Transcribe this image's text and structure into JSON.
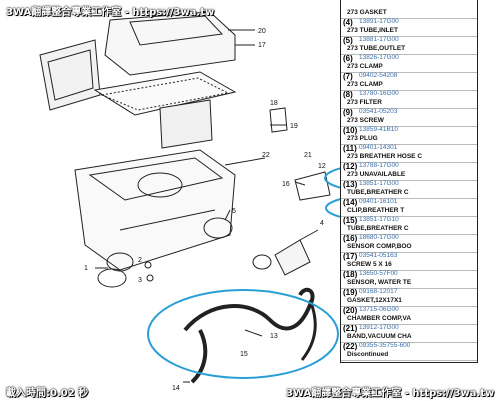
{
  "watermark": {
    "top": "3WA翻譯整合專業工作室 - https://3wa.tw",
    "bottom_left": "載入時間:0.02 秒",
    "bottom_right": "3WA翻譯整合專業工作室 - https://3wa.tw"
  },
  "diagram": {
    "callouts": [
      "20",
      "17",
      "18",
      "19",
      "22",
      "21",
      "12",
      "5",
      "16",
      "1",
      "2",
      "3",
      "4",
      "13",
      "14",
      "15"
    ],
    "highlight_color": "#2a9fd6"
  },
  "parts": [
    {
      "num": "",
      "code": "",
      "desc": "273 GASKET"
    },
    {
      "num": "(4)",
      "code": "13891-17G00",
      "desc": "273 TUBE,INLET"
    },
    {
      "num": "(5)",
      "code": "13881-17G00",
      "desc": "273 TUBE,OUTLET"
    },
    {
      "num": "(6)",
      "code": "13826-17G00",
      "desc": "273 CLAMP"
    },
    {
      "num": "(7)",
      "code": "09402-54208",
      "desc": "273 CLAMP"
    },
    {
      "num": "(8)",
      "code": "13780-16G00",
      "desc": "273 FILTER"
    },
    {
      "num": "(9)",
      "code": "03541-05203",
      "desc": "273 SCREW"
    },
    {
      "num": "(10)",
      "code": "13859-41B10",
      "desc": "273 PLUG"
    },
    {
      "num": "(11)",
      "code": "09401-14301",
      "desc": "273 BREATHER HOSE C"
    },
    {
      "num": "(12)",
      "code": "13788-17G00",
      "desc": "273 UNAVAILABLE"
    },
    {
      "num": "(13)",
      "code": "13851-17G00",
      "desc": "TUBE,BREATHER C"
    },
    {
      "num": "(14)",
      "code": "09401-16101",
      "desc": "CLIP,BREATHER T"
    },
    {
      "num": "(15)",
      "code": "13851-17G10",
      "desc": "TUBE,BREATHER C"
    },
    {
      "num": "(16)",
      "code": "18680-17G00",
      "desc": "SENSOR COMP,BOO"
    },
    {
      "num": "(17)",
      "code": "03541-05163",
      "desc": "SCREW 5 X 16"
    },
    {
      "num": "(18)",
      "code": "13650-57F00",
      "desc": "SENSOR, WATER TE"
    },
    {
      "num": "(19)",
      "code": "09168-12017",
      "desc": "GASKET,12X17X1"
    },
    {
      "num": "(20)",
      "code": "13715-06G00",
      "desc": "CHAMBER COMP,VA"
    },
    {
      "num": "(21)",
      "code": "13912-17G00",
      "desc": "BAND,VACUUM CHA"
    },
    {
      "num": "(22)",
      "code": "09355-35755-600",
      "desc": "Discontinued"
    }
  ]
}
